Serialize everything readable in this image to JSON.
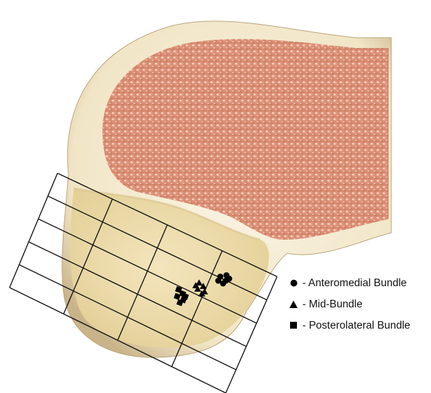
{
  "figure": {
    "subject": "Tibial plateau footprint with measurement grid",
    "grid": {
      "columns": 4,
      "rows": 5
    },
    "colors": {
      "cortical_shell": "#efe3c4",
      "cancellous_bone": "#d98870",
      "cartilage_region": "#e9d7a2",
      "grid_lines": "#111111",
      "markers": "#000000"
    }
  },
  "legend": {
    "items": [
      {
        "symbol": "circle-marker",
        "label": "- Anteromedial Bundle"
      },
      {
        "symbol": "triangle-marker",
        "label": "- Mid-Bundle"
      },
      {
        "symbol": "square-marker",
        "label": "- Posterolateral Bundle"
      }
    ]
  }
}
